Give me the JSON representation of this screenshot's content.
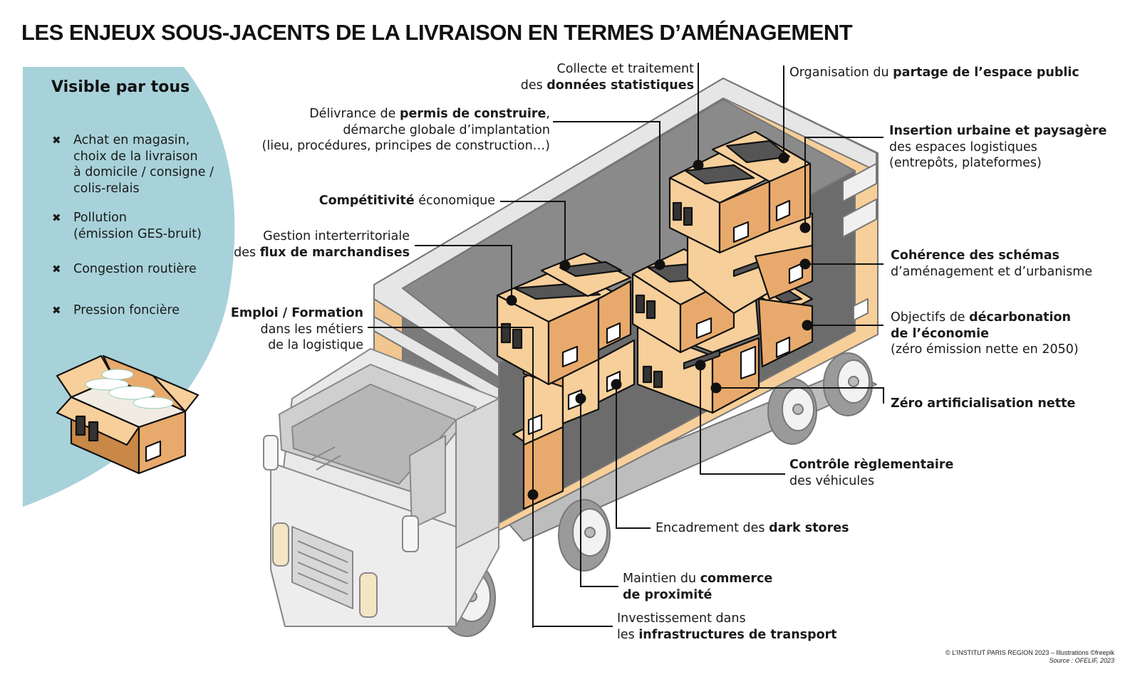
{
  "title": "LES ENJEUX SOUS-JACENTS DE LA LIVRAISON EN TERMES D’AMÉNAGEMENT",
  "colors": {
    "panel": "#a8d2da",
    "box_light": "#f7cf9a",
    "box_mid": "#e8aa6c",
    "box_dark": "#c98848",
    "truck_body": "#d8d8d8",
    "truck_interior": "#6f6f6f",
    "leader_line": "#111111"
  },
  "visible_panel": {
    "title": "Visible par tous",
    "marker_icon": "cross-icon",
    "items": [
      {
        "lines": [
          "Achat en magasin,",
          "choix de la livraison",
          "à domicile / consigne /",
          "colis-relais"
        ]
      },
      {
        "lines": [
          "Pollution",
          "(émission GES-bruit)"
        ]
      },
      {
        "lines": [
          "Congestion routière"
        ]
      },
      {
        "lines": [
          "Pression foncière"
        ]
      }
    ],
    "illustration_icon": "open-box-icon"
  },
  "labels": {
    "donnees": {
      "l1": "Collecte et traitement",
      "l2a": "des ",
      "l2b": "données statistiques"
    },
    "partage": {
      "a": "Organisation du ",
      "b": "partage de l’espace public"
    },
    "permis": {
      "l1a": "Délivrance de ",
      "l1b": "permis de construire",
      "l1c": ",",
      "l2": "démarche globale d’implantation",
      "l3": "(lieu, procédures, principes de construction…)"
    },
    "insertion": {
      "l1": "Insertion urbaine et paysagère",
      "l2": "des espaces logistiques",
      "l3": "(entrepôts, plateformes)"
    },
    "competitivite": {
      "a": "Compétitivité",
      "b": " économique"
    },
    "flux": {
      "l1": "Gestion interterritoriale",
      "l2a": "des ",
      "l2b": "flux de marchandises"
    },
    "coherence": {
      "l1": "Cohérence des schémas",
      "l2": "d’aménagement et d’urbanisme"
    },
    "emploi": {
      "l1": "Emploi / Formation",
      "l2": "dans les métiers",
      "l3": "de la logistique"
    },
    "decarbonation": {
      "l1a": "Objectifs de ",
      "l1b": "décarbonation",
      "l2": "de l’économie",
      "l3": "(zéro émission nette en 2050)"
    },
    "zan": {
      "a": "Zéro artificialisation nette"
    },
    "controle": {
      "l1": "Contrôle règlementaire",
      "l2": "des véhicules"
    },
    "darkstores": {
      "a": "Encadrement des ",
      "b": "dark stores"
    },
    "commerce": {
      "l1a": "Maintien du ",
      "l1b": "commerce",
      "l2": "de proximité"
    },
    "infra": {
      "l1": "Investissement dans",
      "l2a": "les ",
      "l2b": "infrastructures de transport"
    }
  },
  "credit": {
    "line1": "© L’INSTITUT PARIS REGION 2023 – Illustrations ©freepik",
    "line2": "Source : OFELIF, 2023"
  }
}
